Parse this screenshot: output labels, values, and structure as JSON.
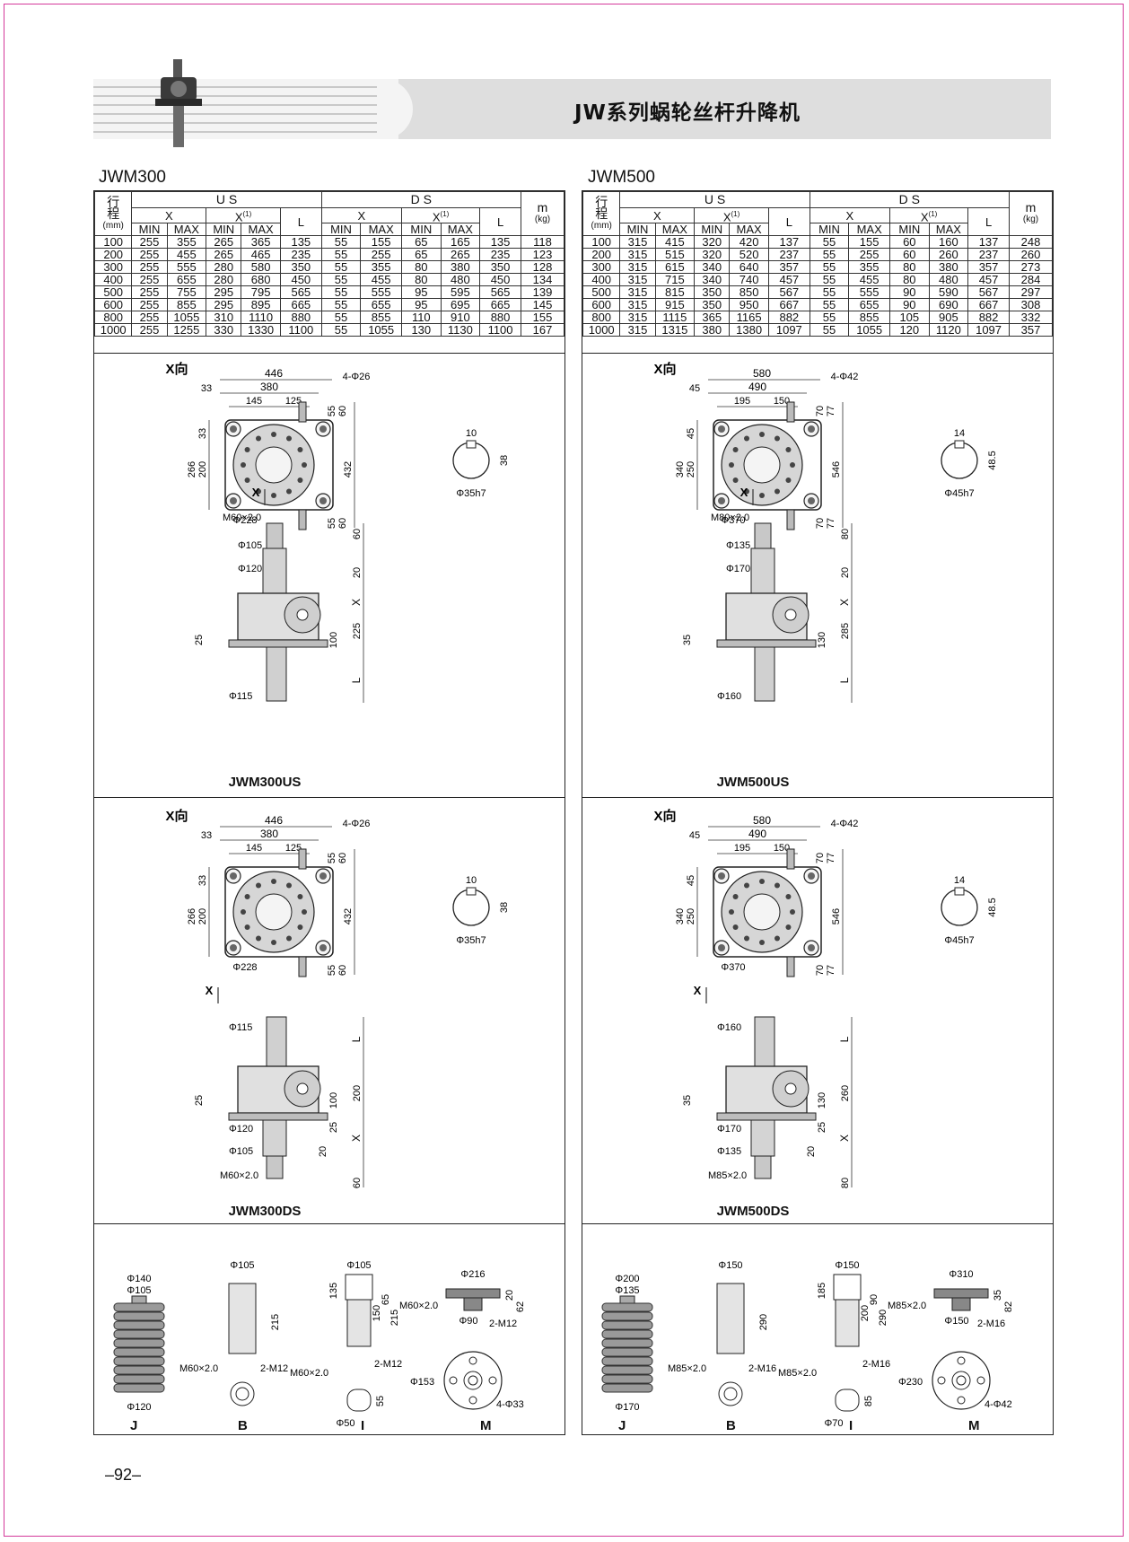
{
  "page": {
    "title": "JW系列蜗轮丝杆升降机",
    "page_number": "–92–"
  },
  "columns_header": {
    "stroke": "行",
    "stroke2": "程",
    "stroke_unit": "(mm)",
    "us": "U S",
    "ds": "D S",
    "x": "X",
    "x1": "X",
    "x1_sup": "(1)",
    "l": "L",
    "m": "m",
    "m_unit": "(kg)",
    "min": "MIN",
    "max": "MAX"
  },
  "left": {
    "model": "JWM300",
    "rows": [
      [
        "100",
        "255",
        "355",
        "265",
        "365",
        "135",
        "55",
        "155",
        "65",
        "165",
        "135",
        "118"
      ],
      [
        "200",
        "255",
        "455",
        "265",
        "465",
        "235",
        "55",
        "255",
        "65",
        "265",
        "235",
        "123"
      ],
      [
        "300",
        "255",
        "555",
        "280",
        "580",
        "350",
        "55",
        "355",
        "80",
        "380",
        "350",
        "128"
      ],
      [
        "400",
        "255",
        "655",
        "280",
        "680",
        "450",
        "55",
        "455",
        "80",
        "480",
        "450",
        "134"
      ],
      [
        "500",
        "255",
        "755",
        "295",
        "795",
        "565",
        "55",
        "555",
        "95",
        "595",
        "565",
        "139"
      ],
      [
        "600",
        "255",
        "855",
        "295",
        "895",
        "665",
        "55",
        "655",
        "95",
        "695",
        "665",
        "145"
      ],
      [
        "800",
        "255",
        "1055",
        "310",
        "1110",
        "880",
        "55",
        "855",
        "110",
        "910",
        "880",
        "155"
      ],
      [
        "1000",
        "255",
        "1255",
        "330",
        "1330",
        "1100",
        "55",
        "1055",
        "130",
        "1130",
        "1100",
        "167"
      ]
    ],
    "us_caption": "JWM300US",
    "ds_caption": "JWM300DS",
    "view_label": "X向",
    "x_label": "X",
    "dims_top": {
      "w1": "446",
      "w2": "380",
      "w3": "33",
      "w4": "145",
      "w5": "125",
      "holes": "4-Φ26",
      "h1": "55",
      "h2": "60",
      "h3": "33",
      "h4": "266",
      "h5": "200",
      "h6": "432",
      "circle": "Φ228",
      "key_w": "10",
      "key_h": "38",
      "shaft": "Φ35h7"
    },
    "dims_side_us": {
      "thread": "M60×2.0",
      "d1": "Φ105",
      "d2": "Φ120",
      "d3": "Φ115",
      "v1": "60",
      "v2": "20",
      "v3": "225",
      "v4": "100",
      "v5": "25",
      "x": "X",
      "l": "L"
    },
    "dims_side_ds": {
      "thread": "M60×2.0",
      "d1": "Φ105",
      "d2": "Φ120",
      "d3": "Φ115",
      "v1": "60",
      "v2": "20",
      "v3": "200",
      "v4": "100",
      "v5": "25",
      "v6": "25",
      "x": "X",
      "l": "L"
    },
    "acc": {
      "j": {
        "label": "J",
        "d1": "Φ140",
        "d2": "Φ105",
        "d3": "Φ120"
      },
      "b": {
        "label": "B",
        "d1": "Φ105",
        "h": "215",
        "thread": "M60×2.0",
        "bolt": "2-M12"
      },
      "i": {
        "label": "I",
        "d1": "Φ105",
        "h1": "135",
        "h2": "150",
        "h3": "65",
        "h4": "215",
        "thread": "M60×2.0",
        "bolt": "2-M12",
        "d2": "Φ50",
        "h5": "55"
      },
      "m": {
        "label": "M",
        "d1": "Φ216",
        "d2": "Φ90",
        "h1": "20",
        "h2": "62",
        "thread": "M60×2.0",
        "bolt": "2-M12",
        "pcd": "Φ153",
        "holes": "4-Φ33"
      }
    }
  },
  "right": {
    "model": "JWM500",
    "rows": [
      [
        "100",
        "315",
        "415",
        "320",
        "420",
        "137",
        "55",
        "155",
        "60",
        "160",
        "137",
        "248"
      ],
      [
        "200",
        "315",
        "515",
        "320",
        "520",
        "237",
        "55",
        "255",
        "60",
        "260",
        "237",
        "260"
      ],
      [
        "300",
        "315",
        "615",
        "340",
        "640",
        "357",
        "55",
        "355",
        "80",
        "380",
        "357",
        "273"
      ],
      [
        "400",
        "315",
        "715",
        "340",
        "740",
        "457",
        "55",
        "455",
        "80",
        "480",
        "457",
        "284"
      ],
      [
        "500",
        "315",
        "815",
        "350",
        "850",
        "567",
        "55",
        "555",
        "90",
        "590",
        "567",
        "297"
      ],
      [
        "600",
        "315",
        "915",
        "350",
        "950",
        "667",
        "55",
        "655",
        "90",
        "690",
        "667",
        "308"
      ],
      [
        "800",
        "315",
        "1115",
        "365",
        "1165",
        "882",
        "55",
        "855",
        "105",
        "905",
        "882",
        "332"
      ],
      [
        "1000",
        "315",
        "1315",
        "380",
        "1380",
        "1097",
        "55",
        "1055",
        "120",
        "1120",
        "1097",
        "357"
      ]
    ],
    "us_caption": "JWM500US",
    "ds_caption": "JWM500DS",
    "view_label": "X向",
    "x_label": "X",
    "dims_top": {
      "w1": "580",
      "w2": "490",
      "w3": "45",
      "w4": "195",
      "w5": "150",
      "holes": "4-Φ42",
      "h1": "70",
      "h2": "77",
      "h3": "45",
      "h4": "340",
      "h5": "250",
      "h6": "546",
      "circle": "Φ370",
      "key_w": "14",
      "key_h": "48.5",
      "shaft": "Φ45h7"
    },
    "dims_side_us": {
      "thread": "M80×2.0",
      "d1": "Φ135",
      "d2": "Φ170",
      "d3": "Φ160",
      "v1": "80",
      "v2": "20",
      "v3": "285",
      "v4": "130",
      "v5": "35",
      "x": "X",
      "l": "L"
    },
    "dims_side_ds": {
      "thread": "M85×2.0",
      "d1": "Φ135",
      "d2": "Φ170",
      "d3": "Φ160",
      "v1": "80",
      "v2": "20",
      "v3": "260",
      "v4": "130",
      "v5": "35",
      "v6": "25",
      "x": "X",
      "l": "L"
    },
    "acc": {
      "j": {
        "label": "J",
        "d1": "Φ200",
        "d2": "Φ135",
        "d3": "Φ170"
      },
      "b": {
        "label": "B",
        "d1": "Φ150",
        "h": "290",
        "thread": "M85×2.0",
        "bolt": "2-M16"
      },
      "i": {
        "label": "I",
        "d1": "Φ150",
        "h1": "185",
        "h2": "200",
        "h3": "90",
        "h4": "290",
        "thread": "M85×2.0",
        "bolt": "2-M16",
        "d2": "Φ70",
        "h5": "85"
      },
      "m": {
        "label": "M",
        "d1": "Φ310",
        "d2": "Φ150",
        "h1": "35",
        "h2": "82",
        "thread": "M85×2.0",
        "bolt": "2-M16",
        "pcd": "Φ230",
        "holes": "4-Φ42"
      }
    }
  }
}
